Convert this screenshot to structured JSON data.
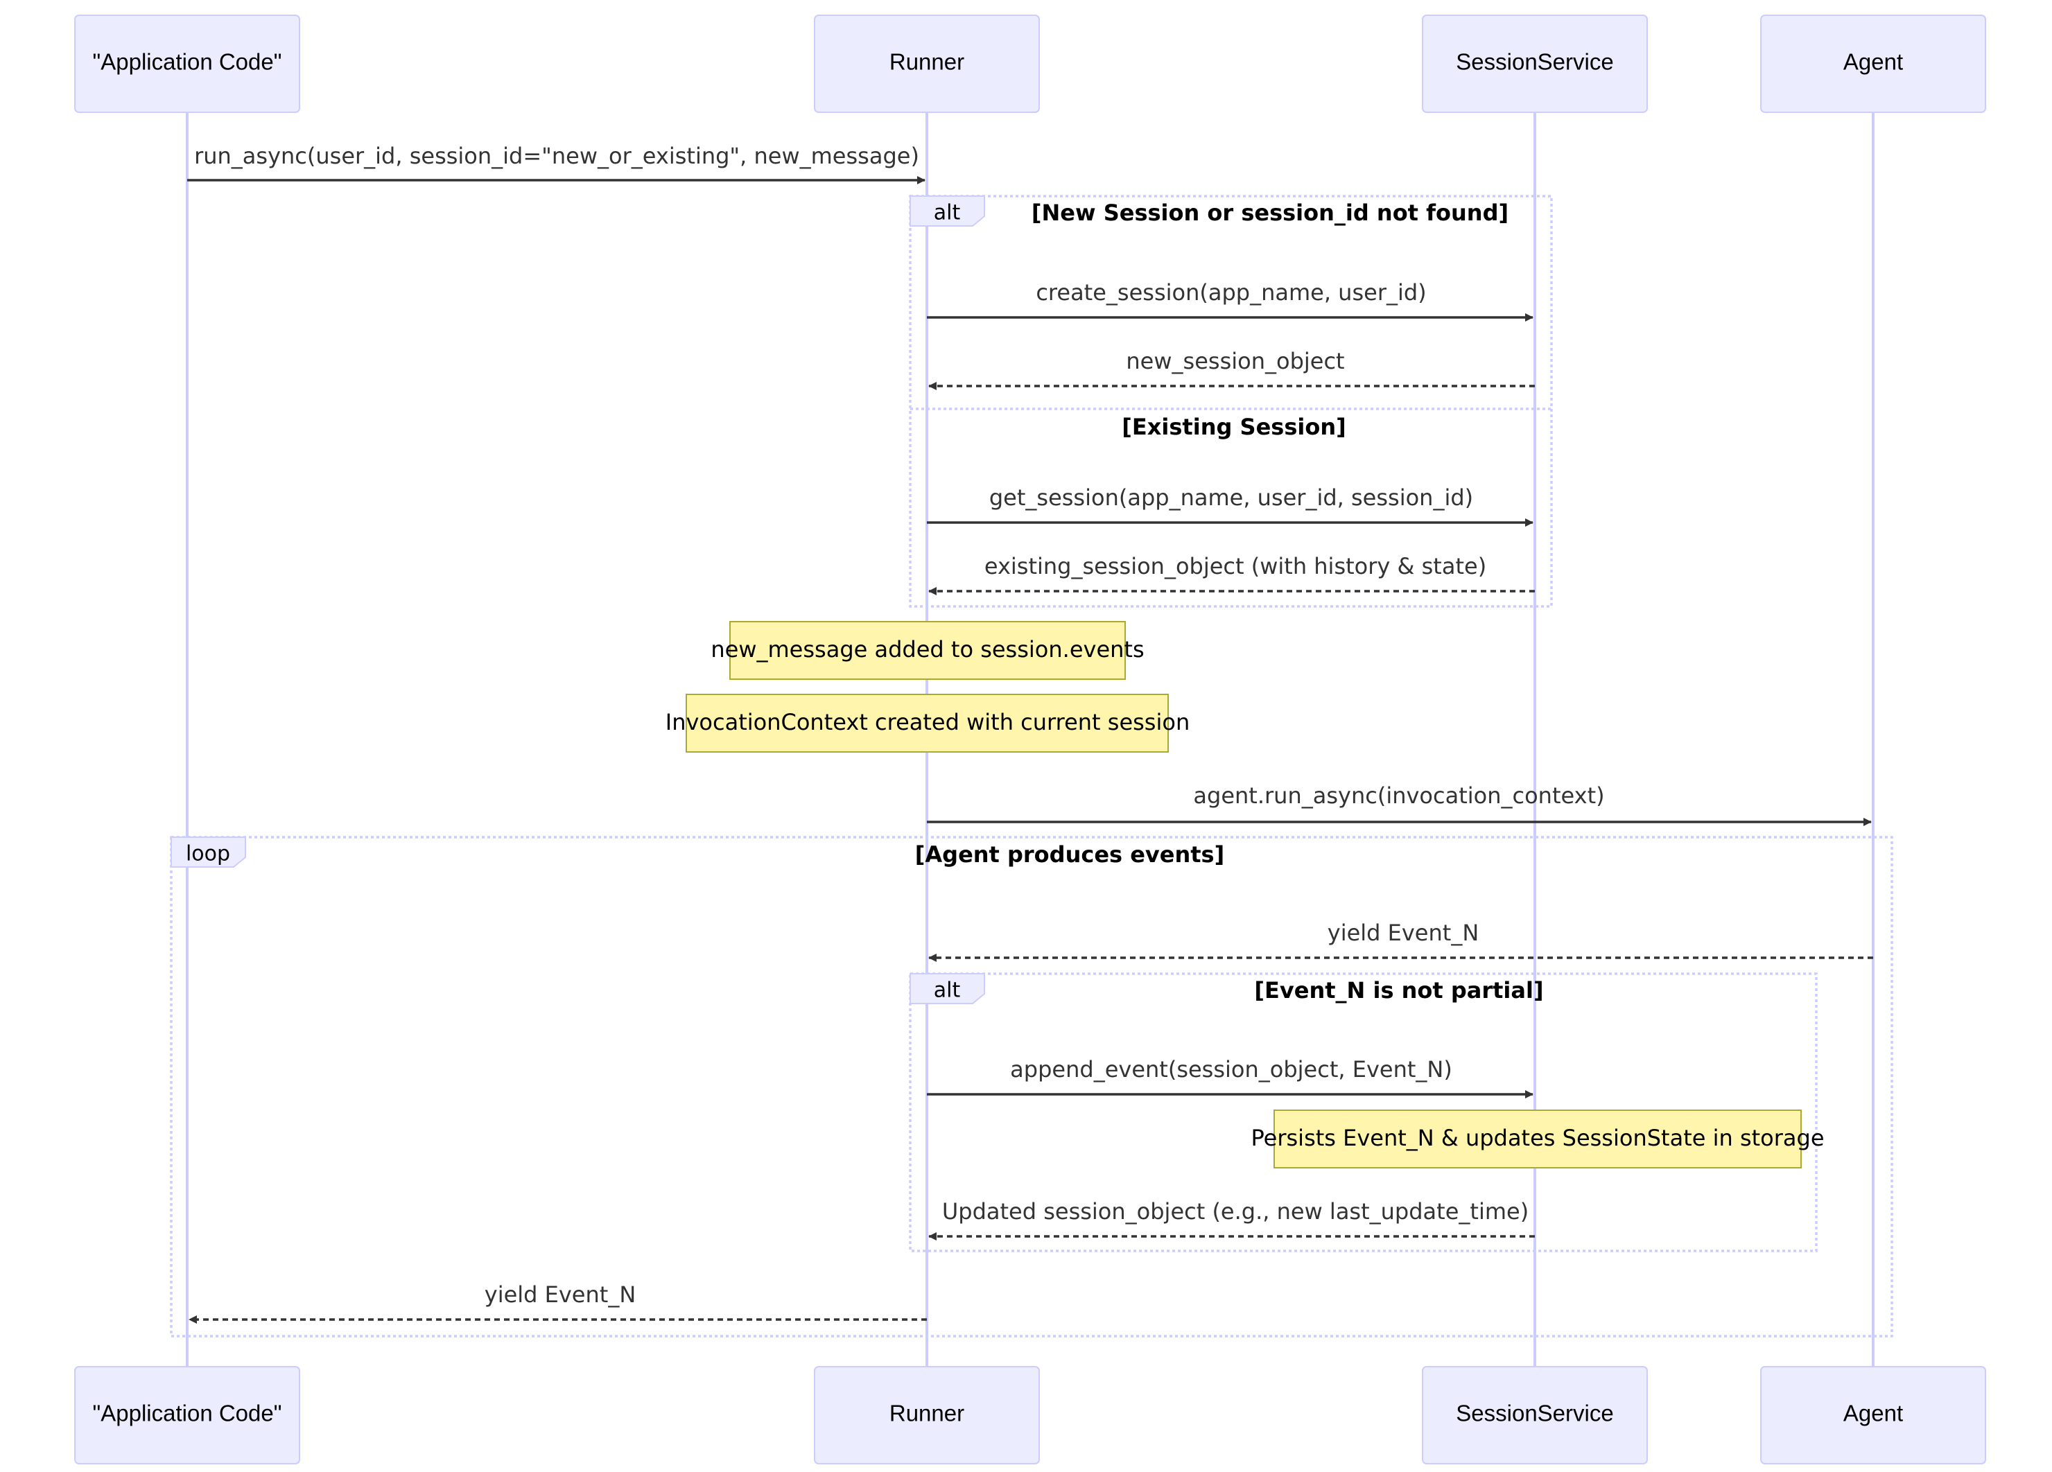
{
  "participants": [
    {
      "id": "app",
      "label": "\"Application Code\""
    },
    {
      "id": "runner",
      "label": "Runner"
    },
    {
      "id": "session",
      "label": "SessionService"
    },
    {
      "id": "agent",
      "label": "Agent"
    }
  ],
  "messages": [
    {
      "text": "run_async(user_id, session_id=\"new_or_existing\", new_message)",
      "from": "app",
      "to": "runner",
      "style": "solid"
    },
    {
      "text": "create_session(app_name, user_id)",
      "from": "runner",
      "to": "session",
      "style": "solid"
    },
    {
      "text": "new_session_object",
      "from": "session",
      "to": "runner",
      "style": "dashed"
    },
    {
      "text": "get_session(app_name, user_id, session_id)",
      "from": "runner",
      "to": "session",
      "style": "solid"
    },
    {
      "text": "existing_session_object (with history & state)",
      "from": "session",
      "to": "runner",
      "style": "dashed"
    },
    {
      "text": "agent.run_async(invocation_context)",
      "from": "runner",
      "to": "agent",
      "style": "solid"
    },
    {
      "text": "yield Event_N",
      "from": "agent",
      "to": "runner",
      "style": "dashed"
    },
    {
      "text": "append_event(session_object, Event_N)",
      "from": "runner",
      "to": "session",
      "style": "solid"
    },
    {
      "text": "Updated session_object (e.g., new last_update_time)",
      "from": "session",
      "to": "runner",
      "style": "dashed"
    },
    {
      "text": "yield Event_N",
      "from": "runner",
      "to": "app",
      "style": "dashed"
    }
  ],
  "notes": [
    {
      "text": "new_message added to session.events",
      "over": "runner"
    },
    {
      "text": "InvocationContext created with current session",
      "over": "runner"
    },
    {
      "text": "Persists Event_N & updates SessionState in storage",
      "over": "session"
    }
  ],
  "frames": {
    "alt1": {
      "keyword": "alt",
      "condition": "[New Session or session_id not found]",
      "else_condition": "[Existing Session]"
    },
    "loop": {
      "keyword": "loop",
      "condition": "[Agent produces events]"
    },
    "alt2": {
      "keyword": "alt",
      "condition": "[Event_N is not partial]"
    }
  },
  "colors": {
    "actor_fill": "#ECECFF",
    "actor_border": "#CCCCFF",
    "lifeline": "#CCCCFF",
    "line": "#333333",
    "note_fill": "#FFF5AD",
    "note_border": "#AAAA33"
  }
}
